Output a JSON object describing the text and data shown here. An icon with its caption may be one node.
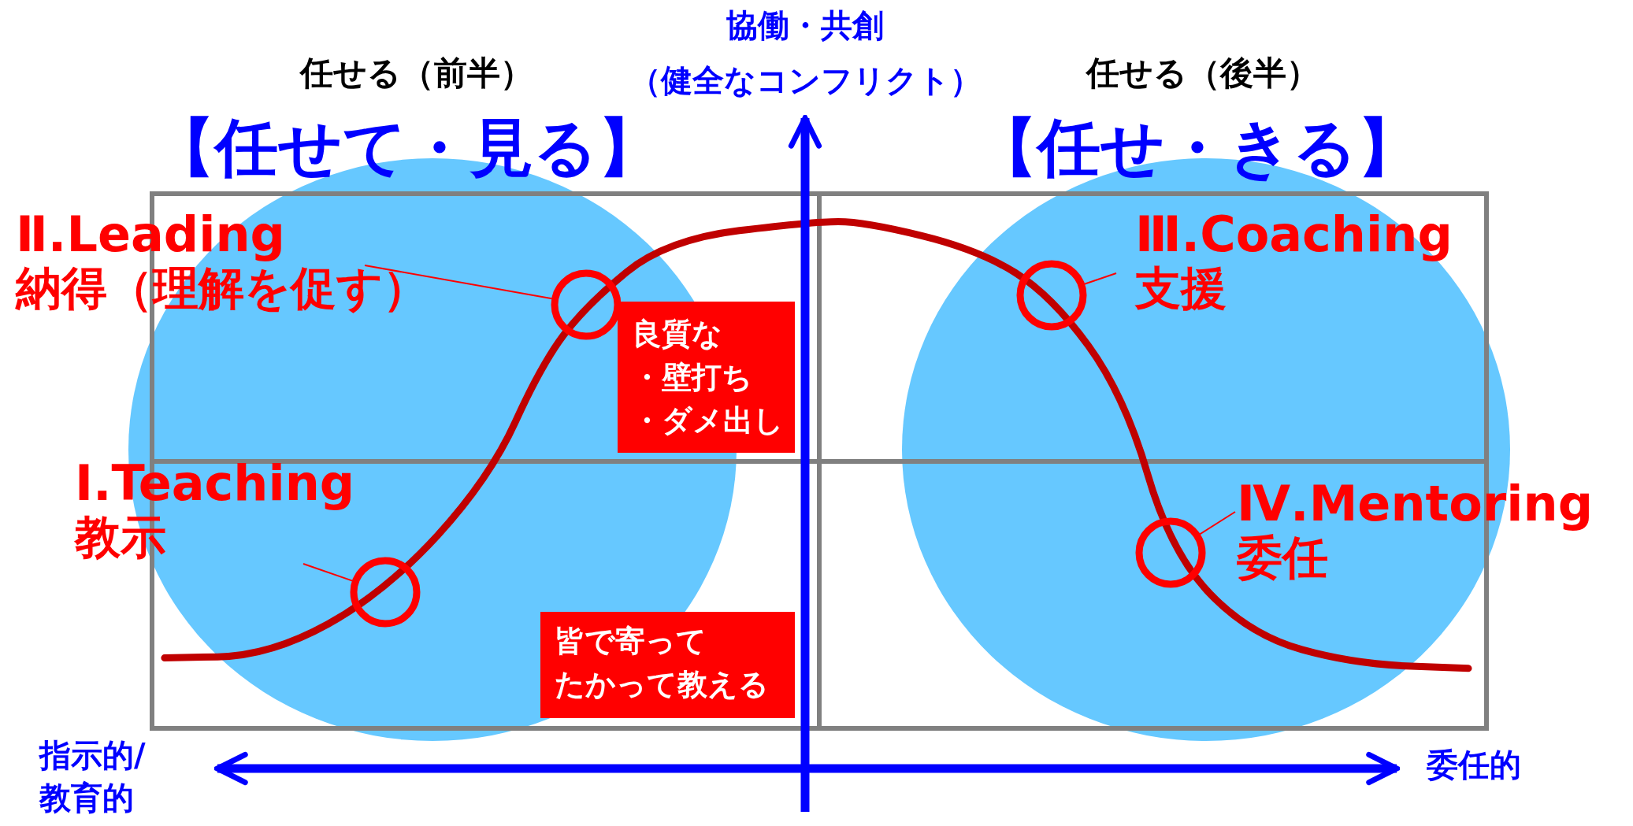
{
  "diagram": {
    "nodes": [
      {
        "text": [
          "【任せて・見る】"
        ],
        "beside": [
          "任せる（前半）"
        ]
      },
      {
        "text": [
          "【任せ・きる】"
        ],
        "beside": [
          "任せる（後半）"
        ]
      },
      {
        "text": [
          "Ⅱ.Leading",
          "納得（理解を促す）"
        ]
      },
      {
        "text": [],
        "shape": "circle",
        "in": 0
      },
      {
        "text": [
          "Ⅲ.Coaching",
          "支援"
        ],
        "in": 1
      },
      {
        "text": [],
        "shape": "circle",
        "in": 1
      },
      {
        "text": [
          "Ⅰ.Teaching",
          "教示"
        ]
      },
      {
        "text": [],
        "shape": "circle",
        "in": 0
      },
      {
        "text": [
          "Ⅳ.Mentoring",
          "委任"
        ]
      },
      {
        "text": [],
        "shape": "circle",
        "in": 1
      },
      {
        "text": [
          "良質な",
          "・壁打ち",
          "・ダメ出し"
        ]
      },
      {
        "text": [
          "皆で寄って",
          "たかって教える"
        ]
      }
    ],
    "edges": [
      {
        "from": 2,
        "to": 3,
        "arrow": "none"
      },
      {
        "from": 4,
        "to": 5,
        "arrow": "none"
      },
      {
        "from": 6,
        "to": 7,
        "arrow": "none"
      },
      {
        "from": 8,
        "to": 9,
        "arrow": "none"
      }
    ],
    "labels": [
      "協働・共創",
      "（健全なコンフリクト）",
      "指示的/教育的",
      "委任的"
    ]
  }
}
